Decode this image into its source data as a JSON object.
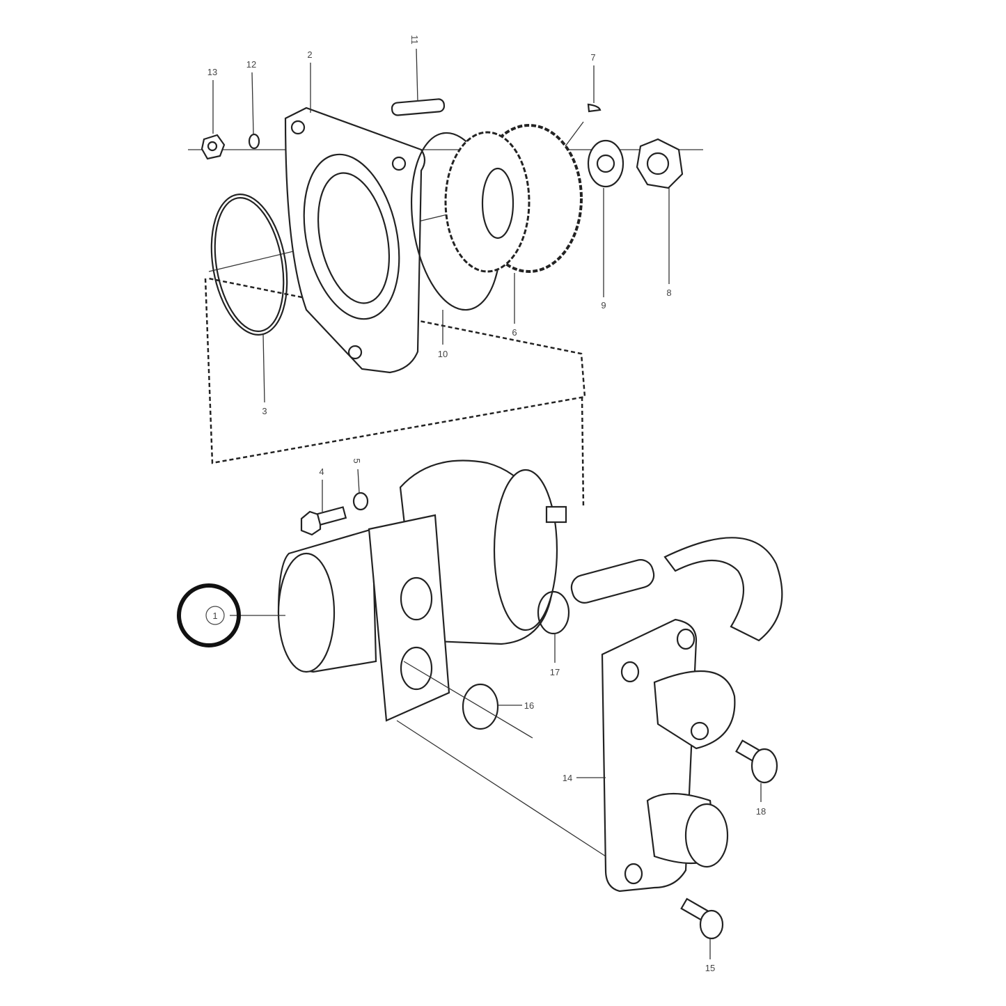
{
  "diagram": {
    "highlighted_part": "1",
    "callouts": [
      "1",
      "2",
      "3",
      "4",
      "5",
      "6",
      "7",
      "8",
      "9",
      "10",
      "11",
      "12",
      "13",
      "14",
      "15",
      "16",
      "17",
      "18"
    ]
  }
}
